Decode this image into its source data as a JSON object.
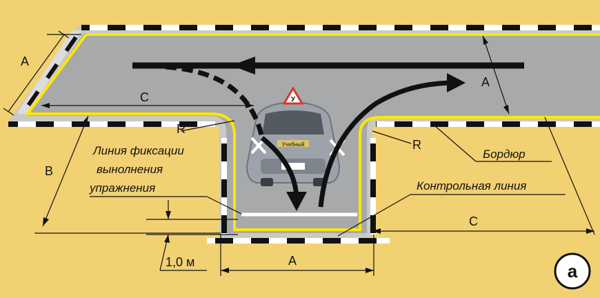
{
  "labels": {
    "dim_a_top_left": "A",
    "dim_a_top_right": "A",
    "dim_a_bottom": "A",
    "dim_c_top": "C",
    "dim_c_bottom": "C",
    "dim_b": "B",
    "radius_left": "R",
    "radius_right": "R",
    "fixation_line_1": "Линия фиксации",
    "fixation_line_2": "вынолнения",
    "fixation_line_3": "упражнения",
    "curb": "Бордюр",
    "control_line": "Контрольная линия",
    "distance": "1,0 м",
    "figure_letter": "a",
    "car_sign": "У",
    "car_plate": "Учебный"
  },
  "colors": {
    "background": "#f2d173",
    "road": "#a7a9ab",
    "edge_line": "#ffe600",
    "arrow": "#111111",
    "marker": "#ffffff"
  }
}
